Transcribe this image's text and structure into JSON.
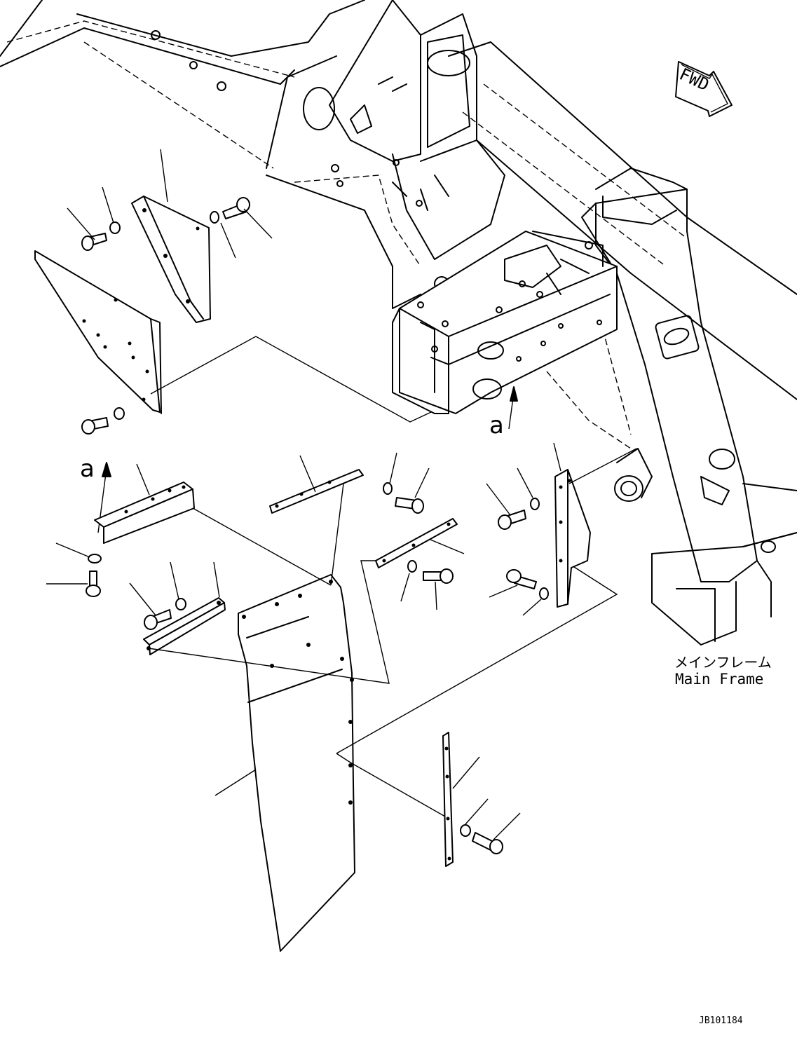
{
  "labels": {
    "fwd": "FWD",
    "frame_jp": "メインフレーム",
    "frame_en": "Main Frame",
    "view_a_top": "a",
    "view_a_left": "a",
    "drawing_number": "JB101184"
  }
}
